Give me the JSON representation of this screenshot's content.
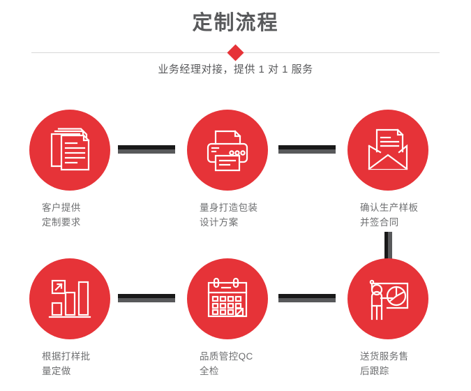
{
  "header": {
    "title": "定制流程",
    "subtitle": "业务经理对接，提供 1 对 1 服务",
    "diamond_icon": "diamond-marker",
    "accent_color": "#e63338",
    "text_color": "#58595b",
    "divider_color": "#d8d8d8"
  },
  "flow": {
    "connector_dark_color": "#191919",
    "connector_gray_color": "#58595b",
    "steps": [
      {
        "index": 1,
        "icon": "documents-stack-icon",
        "caption_line1": "客户提供",
        "caption_line2": "定制要求"
      },
      {
        "index": 2,
        "icon": "printer-icon",
        "caption_line1": "量身打造包装",
        "caption_line2": "设计方案"
      },
      {
        "index": 3,
        "icon": "envelope-document-icon",
        "caption_line1": "确认生产样板",
        "caption_line2": "并签合同"
      },
      {
        "index": 4,
        "icon": "bar-chart-growth-icon",
        "caption_line1": "根据打样批",
        "caption_line2": "量定做"
      },
      {
        "index": 5,
        "icon": "calendar-check-icon",
        "caption_line1": "品质管控QC",
        "caption_line2": "全检"
      },
      {
        "index": 6,
        "icon": "presenter-piechart-icon",
        "caption_line1": "送货服务售",
        "caption_line2": "后跟踪"
      }
    ]
  }
}
